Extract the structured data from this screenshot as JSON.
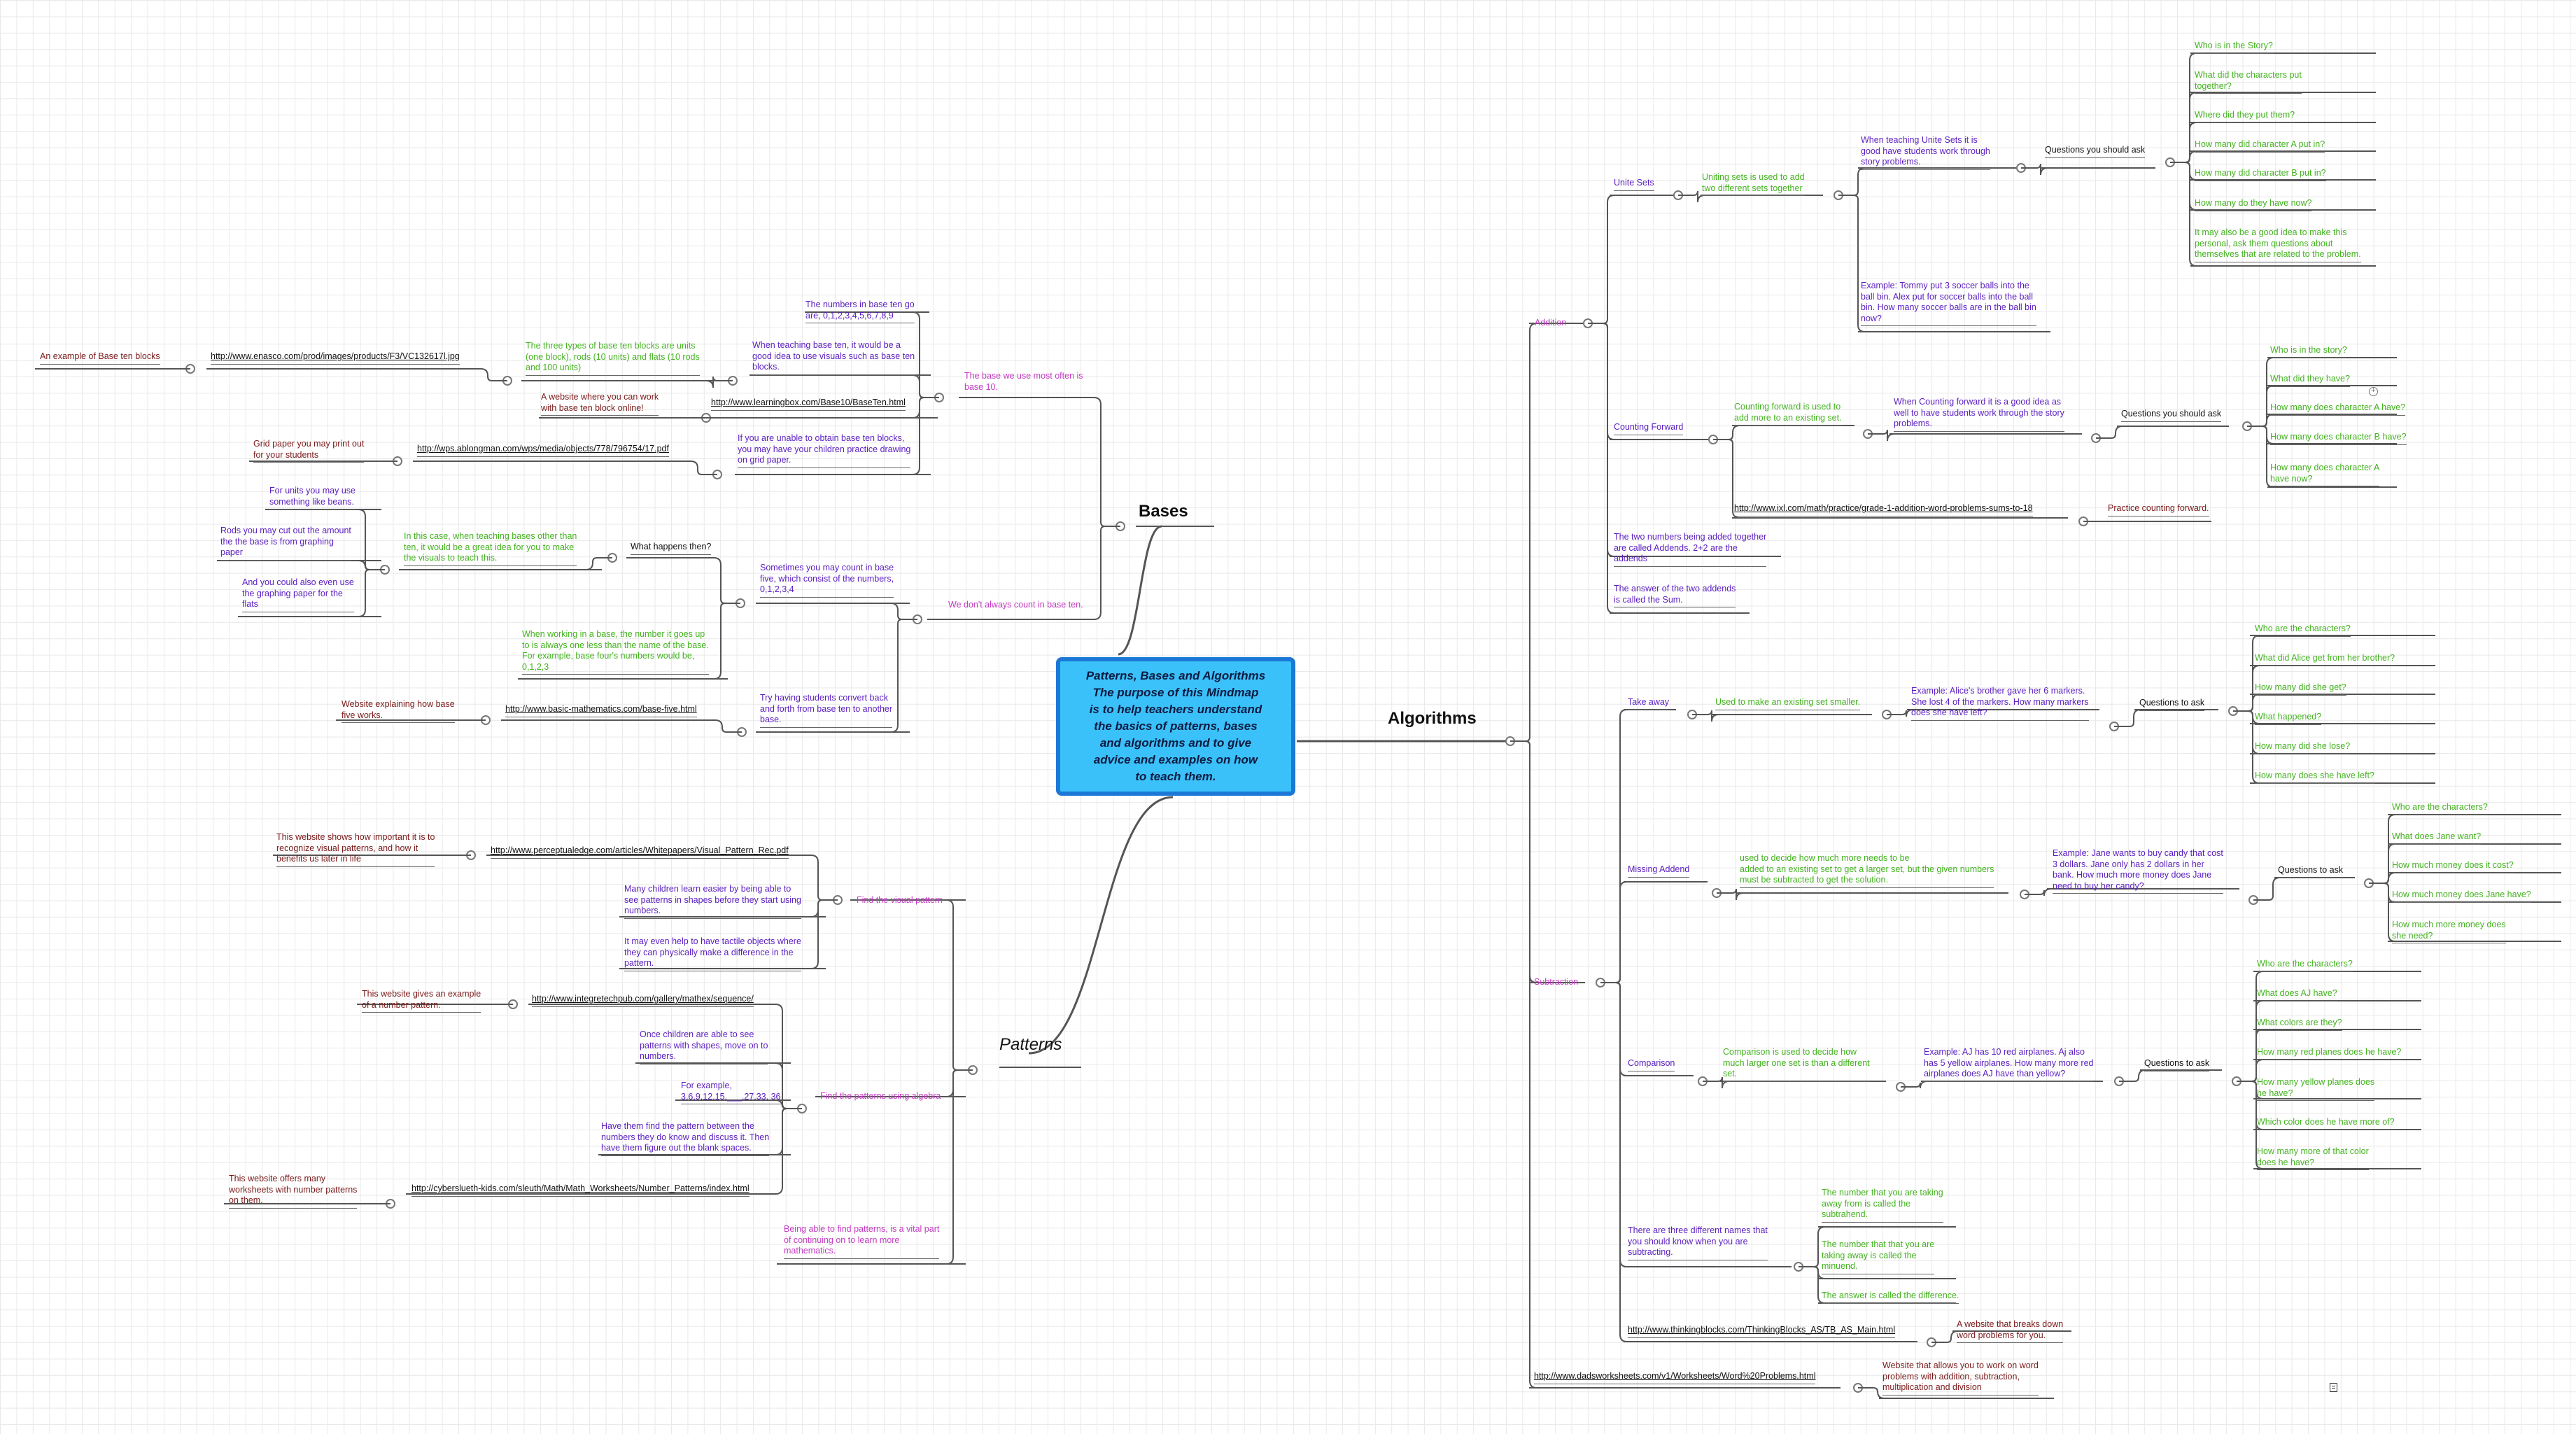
{
  "central": {
    "text": "Patterns, Bases and Algorithms\nThe purpose of this Mindmap\nis to help teachers understand\nthe basics of patterns, bases\nand algorithms and to give\nadvice and examples on how\nto teach them.",
    "fill": "#3bc1fa",
    "border": "#1b78d6"
  },
  "colors": {
    "green": "#44b320",
    "purple": "#5a1ec0",
    "magenta": "#c43cc4",
    "darkred": "#7a1a1a",
    "line": "#555555"
  },
  "icons": {
    "note": "note-icon",
    "add": "add-circle-icon"
  },
  "main": {
    "bases": "Bases",
    "patterns": "Patterns",
    "algorithms": "Algorithms"
  },
  "bases": {
    "b10": "The base we use most often is\nbase 10.",
    "b10_numbers": "The numbers in base ten go\nare, 0,1,2,3,4,5,6,7,8,9",
    "b10_visuals": "When teaching base ten, it would be a\ngood idea to use visuals such as base ten\nblocks.",
    "b10_types": "The three types of base ten blocks are units\n(one block), rods (10 units) and flats (10 rods\nand 100 units)",
    "b10_url1": "http://www.enasco.com/prod/images/products/F3/VC132617l.jpg",
    "b10_example": "An example of Base ten blocks",
    "b10_url2": "http://www.learningbox.com/Base10/BaseTen.html",
    "b10_website": "A website where you can work\nwith base ten block online!",
    "b10_grid": "If you are unable to obtain base ten blocks,\nyou may have your children practice drawing\non grid paper.",
    "b10_url3": "http://wps.ablongman.com/wps/media/objects/778/796754/17.pdf",
    "b10_gridprint": "Grid paper you may print out\nfor your students",
    "notb10": "We don't always count in base ten.",
    "b5": "Sometimes you may count in base\nfive, which consist of the numbers,\n0,1,2,3,4",
    "what_happens": "What happens then?",
    "visual_ideas": "In this case, when teaching bases other than\nten, it would be a great idea for you to make\nthe visuals to teach this.",
    "beans": "For units you may use\nsomething like beans.",
    "rods": "Rods you may cut out the amount\nthe the base is from graphing\npaper",
    "flats": "And you could also even use\nthe graphing paper for the\nflats",
    "go_up": "When working in a base, the number it goes up\nto is always one less than the name of the base.\nFor example, base four's numbers would be,\n0,1,2,3",
    "convert": "Try having students convert back\nand forth from base ten to another\nbase.",
    "url_b5": "http://www.basic-mathematics.com/base-five.html",
    "b5_website": "Website explaining how base\nfive works."
  },
  "patterns": {
    "visual": "Find the visual pattern",
    "url_percept": "http://www.perceptualedge.com/articles/Whitepapers/Visual_Pattern_Rec.pdf",
    "percept_desc": "This website shows how important it is to\nrecognize visual patterns, and how it\nbenefits us later in life",
    "shapes": "Many children learn easier by being able to\nsee patterns in shapes before they start using\nnumbers.",
    "tactile": "It may even help to have tactile objects where\nthey can physically make a difference in the\npattern.",
    "algebra": "Find the patterns using algebra",
    "url_integre": "http://www.integretechpub.com/gallery/mathex/sequence/",
    "integre_desc": "This website gives an example\nof a number pattern.",
    "once": "Once children are able to see\npatterns with shapes, move on to\nnumbers.",
    "example": "For example,\n3,6,9,12,15,___,27,33, 36",
    "discuss": "Have them find the pattern between the\nnumbers they do know and discuss it. Then\nhave them figure out the blank spaces.",
    "url_cyber": "http://cyberslueth-kids.com/sleuth/Math/Math_Worksheets/Number_Patterns/index.html",
    "cyber_desc": "This website offers many\nworksheets with number patterns\non them.",
    "vital": "Being able to find patterns, is a vital part\nof continuing on to learn more\nmathematics."
  },
  "algorithms": {
    "addition": "Addition",
    "unite": "Unite Sets",
    "unite_def": "Uniting sets is used to add\ntwo different sets together",
    "unite_teach": "When teaching Unite Sets it is\ngood have students work through\nstory problems.",
    "unite_ask": "Questions you should ask",
    "unite_q": [
      "Who is in the Story?",
      "What did the characters put\ntogether?",
      "Where did they put them?",
      "How many did character A put in?",
      "How many did character B put in?",
      "How many do they have now?",
      "It may also be a good idea to make this\npersonal, ask them questions about\nthemselves that are related to the problem."
    ],
    "unite_example": "Example: Tommy put 3 soccer balls into the\nball bin. Alex put for soccer balls into the ball\nbin. How many soccer balls are in the ball bin\nnow?",
    "cf": "Counting Forward",
    "cf_def": "Counting forward is used to\nadd more to an existing set.",
    "cf_teach": "When Counting forward it is a good idea as\nwell to have students work through the story\nproblems.",
    "cf_ask": "Questions you should ask",
    "cf_q": [
      "Who is in the story?",
      "What did they have?",
      "How many does character A have?",
      "How many does character B have?",
      "How many does character A\nhave now?"
    ],
    "cf_url": "http://www.ixl.com/math/practice/grade-1-addition-word-problems-sums-to-18",
    "cf_practice": "Practice counting forward.",
    "addends": "The two numbers being added together\nare called Addends. 2+2 are the\naddends",
    "sum": "The answer of the two addends\nis called the Sum.",
    "subtraction": "Subtraction",
    "take": "Take away",
    "take_def": "Used to make an existing set smaller.",
    "take_ex": "Example: Alice's brother gave her 6 markers.\nShe lost 4 of the markers. How many markers\ndoes she have left?",
    "take_ask": "Questions to ask",
    "take_q": [
      "Who are the characters?",
      "What did Alice get from her brother?",
      "How many did she get?",
      "What happened?",
      "How many did she lose?",
      "How many does she have left?"
    ],
    "missing": "Missing Addend",
    "missing_def": "used to decide how much more needs to be\nadded to an existing set to get a larger set, but the given numbers\nmust be subtracted to get the solution.",
    "missing_ex": "Example: Jane wants to buy candy that cost\n3 dollars. Jane only has 2 dollars in her\nbank. How much more money does Jane\nneed to buy her candy?",
    "missing_ask": "Questions to ask",
    "missing_q": [
      "Who are the characters?",
      "What does Jane want?",
      "How much money does it cost?",
      "How much money does Jane have?",
      "How much more money does\nshe need?"
    ],
    "comp": "Comparison",
    "comp_def": "Comparison is used to decide how\nmuch larger one set is than a different\nset.",
    "comp_ex": "Example: AJ has 10 red airplanes. Aj also\nhas 5 yellow airplanes. How many more red\nairplanes does AJ have than yellow?",
    "comp_ask": "Questions to ask",
    "comp_q": [
      "Who are the characters?",
      "What does AJ have?",
      "What colors are they?",
      "How many red planes does he have?",
      "How many yellow planes does\nhe have?",
      "Which color does he have more of?",
      "How many more of that color\ndoes he have?"
    ],
    "names": "There are three different names that\nyou should know when you are\nsubtracting.",
    "names_items": [
      "The number that you are taking\naway from is called the\nsubtrahend.",
      "The number that that you are\ntaking away is called the\nminuend.",
      "The answer is called the difference."
    ],
    "tb_url": "http://www.thinkingblocks.com/ThinkingBlocks_AS/TB_AS_Main.html",
    "tb_desc": "A website that breaks down\nword problems for you.",
    "dads_url": "http://www.dadsworksheets.com/v1/Worksheets/Word%20Problems.html",
    "dads_desc": "Website that allows you to work on word\nproblems with addition, subtraction,\nmultiplication and division"
  }
}
